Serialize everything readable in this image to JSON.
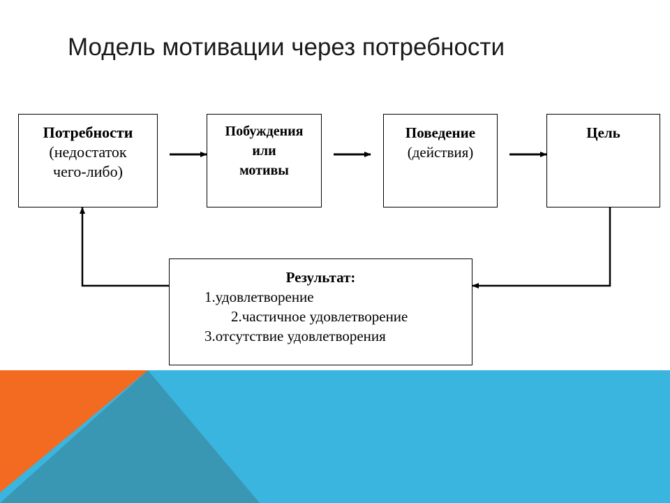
{
  "title": "Модель мотивации через потребности",
  "boxes": {
    "needs": {
      "heading": "Потребности",
      "detail_1": "(недостаток",
      "detail_2": "чего-либо)"
    },
    "motives": {
      "line_1": "Побуждения",
      "line_2": "или",
      "line_3": "мотивы"
    },
    "behavior": {
      "heading": "Поведение",
      "detail": "(действия)"
    },
    "goal": {
      "heading": "Цель"
    }
  },
  "result": {
    "heading": "Результат:",
    "items": [
      "1.удовлетворение",
      "2.частичное удовлетворение",
      "3.отсутствие удовлетворения"
    ]
  },
  "colors": {
    "orange": "#f26b21",
    "teal": "#3a97b3",
    "blue": "#3ab5e0",
    "line": "#000000"
  }
}
